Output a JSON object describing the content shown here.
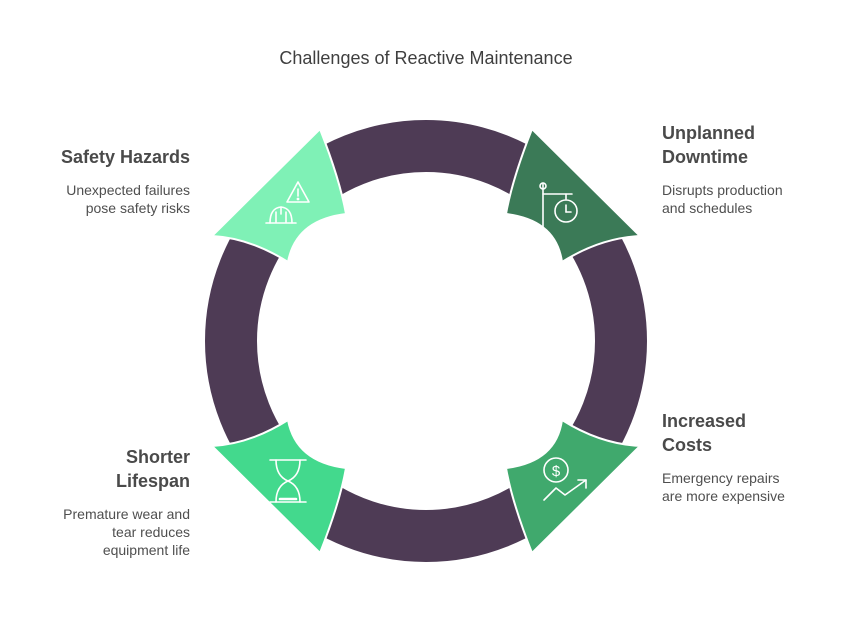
{
  "title": "Challenges of Reactive Maintenance",
  "colors": {
    "ring": "#4e3b55",
    "safety": "#7ff1b6",
    "downtime": "#3b7a57",
    "costs": "#40a96d",
    "lifespan": "#43d98d"
  },
  "segments": [
    {
      "id": "safety",
      "heading": "Safety Hazards",
      "description": "Unexpected failures\npose safety risks",
      "icon": "warning-helmet-icon"
    },
    {
      "id": "downtime",
      "heading": "Unplanned\nDowntime",
      "description": "Disrupts production\nand schedules",
      "icon": "stopwatch-sign-icon"
    },
    {
      "id": "costs",
      "heading": "Increased\nCosts",
      "description": "Emergency repairs\nare more expensive",
      "icon": "dollar-trend-icon"
    },
    {
      "id": "lifespan",
      "heading": "Shorter\nLifespan",
      "description": "Premature wear and\ntear reduces\nequipment life",
      "icon": "hourglass-icon"
    }
  ]
}
